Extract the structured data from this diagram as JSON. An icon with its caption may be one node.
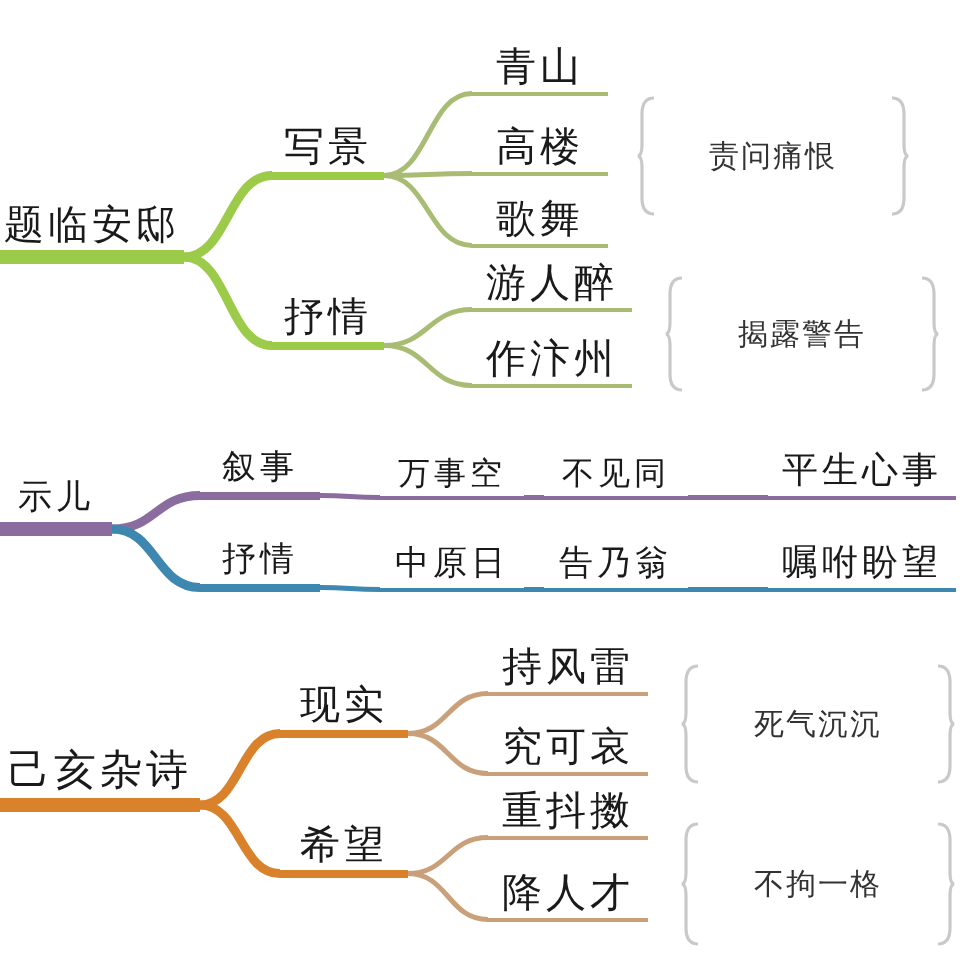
{
  "diagram": {
    "nodes": [
      {
        "text": [
          "题临安邸"
        ]
      },
      {
        "text": [
          "写景"
        ]
      },
      {
        "text": [
          "抒情"
        ]
      },
      {
        "text": [
          "青山"
        ]
      },
      {
        "text": [
          "高楼"
        ]
      },
      {
        "text": [
          "歌舞"
        ]
      },
      {
        "text": [
          "游人醉"
        ]
      },
      {
        "text": [
          "作汴州"
        ]
      },
      {
        "text": [
          "责问痛恨"
        ]
      },
      {
        "text": [
          "揭露警告"
        ]
      },
      {
        "text": [
          "示儿"
        ]
      },
      {
        "text": [
          "叙事"
        ]
      },
      {
        "text": [
          "万事空"
        ]
      },
      {
        "text": [
          "不见同"
        ]
      },
      {
        "text": [
          "平生心事"
        ]
      },
      {
        "text": [
          "抒情"
        ]
      },
      {
        "text": [
          "中原日"
        ]
      },
      {
        "text": [
          "告乃翁"
        ]
      },
      {
        "text": [
          "嘱咐盼望"
        ]
      },
      {
        "text": [
          "己亥杂诗"
        ]
      },
      {
        "text": [
          "现实"
        ]
      },
      {
        "text": [
          "希望"
        ]
      },
      {
        "text": [
          "持风雷"
        ]
      },
      {
        "text": [
          "究可哀"
        ]
      },
      {
        "text": [
          "重抖擞"
        ]
      },
      {
        "text": [
          "降人才"
        ]
      },
      {
        "text": [
          "死气沉沉"
        ]
      },
      {
        "text": [
          "不拘一格"
        ]
      }
    ],
    "edges": [
      {
        "from": 0,
        "to": 1,
        "arrow": "none",
        "style": "thick",
        "color": "#9ccb4a"
      },
      {
        "from": 0,
        "to": 2,
        "arrow": "none",
        "style": "thick",
        "color": "#9ccb4a"
      },
      {
        "from": 1,
        "to": 3,
        "arrow": "none",
        "color": "#a9bc74"
      },
      {
        "from": 1,
        "to": 4,
        "arrow": "none",
        "color": "#a9bc74"
      },
      {
        "from": 1,
        "to": 5,
        "arrow": "none",
        "color": "#a9bc74"
      },
      {
        "from": 2,
        "to": 6,
        "arrow": "none",
        "color": "#a9bc74"
      },
      {
        "from": 2,
        "to": 7,
        "arrow": "none",
        "color": "#a9bc74"
      },
      {
        "from": 10,
        "to": 11,
        "arrow": "none",
        "style": "thick",
        "color": "#8a6d9e"
      },
      {
        "from": 10,
        "to": 15,
        "arrow": "none",
        "style": "thick",
        "color": "#3d87b0"
      },
      {
        "from": 11,
        "to": 12,
        "arrow": "none",
        "color": "#8a6d9e"
      },
      {
        "from": 12,
        "to": 13,
        "arrow": "none",
        "color": "#8a6d9e"
      },
      {
        "from": 13,
        "to": 14,
        "arrow": "none",
        "color": "#8a6d9e"
      },
      {
        "from": 15,
        "to": 16,
        "arrow": "none",
        "color": "#3d87b0"
      },
      {
        "from": 16,
        "to": 17,
        "arrow": "none",
        "color": "#3d87b0"
      },
      {
        "from": 17,
        "to": 18,
        "arrow": "none",
        "color": "#3d87b0"
      },
      {
        "from": 19,
        "to": 20,
        "arrow": "none",
        "style": "thick",
        "color": "#d9822b"
      },
      {
        "from": 19,
        "to": 21,
        "arrow": "none",
        "style": "thick",
        "color": "#d9822b"
      },
      {
        "from": 20,
        "to": 22,
        "arrow": "none",
        "color": "#c9a079"
      },
      {
        "from": 20,
        "to": 23,
        "arrow": "none",
        "color": "#c9a079"
      },
      {
        "from": 21,
        "to": 24,
        "arrow": "none",
        "color": "#c9a079"
      },
      {
        "from": 21,
        "to": 25,
        "arrow": "none",
        "color": "#c9a079"
      }
    ]
  }
}
